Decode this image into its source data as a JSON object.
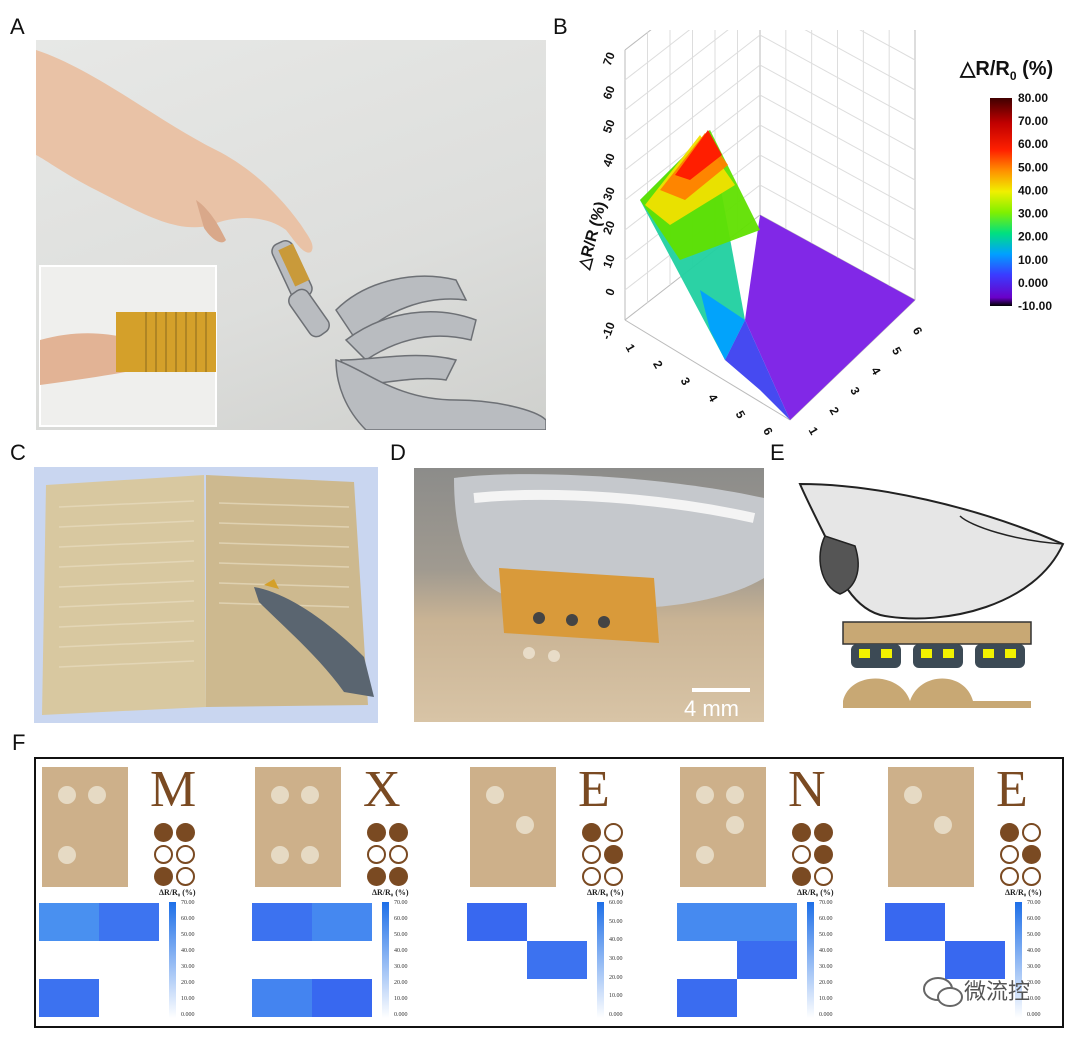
{
  "panels": {
    "A": {
      "label": "A"
    },
    "B": {
      "label": "B"
    },
    "C": {
      "label": "C"
    },
    "D": {
      "label": "D",
      "scale_bar": "4 mm"
    },
    "E": {
      "label": "E"
    },
    "F": {
      "label": "F"
    }
  },
  "chart_data": {
    "type": "heatmap",
    "title": "",
    "zlabel": "△R/R (%)",
    "x_ticks": [
      "1",
      "2",
      "3",
      "4",
      "5",
      "6"
    ],
    "y_ticks": [
      "1",
      "2",
      "3",
      "4",
      "5",
      "6"
    ],
    "z_ticks": [
      "-10",
      "0",
      "10",
      "20",
      "30",
      "40",
      "50",
      "60",
      "70"
    ],
    "colorbar": {
      "title": "△R/R",
      "title_sub": "0",
      "title_suffix": " (%)",
      "ticks": [
        "80.00",
        "70.00",
        "60.00",
        "50.00",
        "40.00",
        "30.00",
        "20.00",
        "10.00",
        "0.000",
        "-10.00"
      ]
    },
    "grid": true
  },
  "braille": [
    {
      "letter": "M",
      "dots": [
        1,
        1,
        0,
        0,
        1,
        0
      ],
      "cb_title": "ΔR/R₀ (%)",
      "cb_ticks": [
        "70.00",
        "60.00",
        "50.00",
        "40.00",
        "30.00",
        "20.00",
        "10.00",
        "0.000"
      ],
      "cells": [
        0.55,
        0.78,
        0,
        0,
        0.8,
        0
      ]
    },
    {
      "letter": "X",
      "dots": [
        1,
        1,
        0,
        0,
        1,
        1
      ],
      "cb_title": "ΔR/R₀ (%)",
      "cb_ticks": [
        "70.00",
        "60.00",
        "50.00",
        "40.00",
        "30.00",
        "20.00",
        "10.00",
        "0.000"
      ],
      "cells": [
        0.8,
        0.62,
        0,
        0,
        0.65,
        0.88
      ]
    },
    {
      "letter": "E",
      "dots": [
        1,
        0,
        0,
        1,
        0,
        0
      ],
      "cb_title": "ΔR/R₀ (%)",
      "cb_ticks": [
        "60.00",
        "50.00",
        "40.00",
        "30.00",
        "20.00",
        "10.00",
        "0.000"
      ],
      "cells": [
        0.88,
        0,
        0,
        0.8,
        0,
        0
      ]
    },
    {
      "letter": "N",
      "dots": [
        1,
        1,
        0,
        1,
        1,
        0
      ],
      "cb_title": "ΔR/R₀ (%)",
      "cb_ticks": [
        "70.00",
        "60.00",
        "50.00",
        "40.00",
        "30.00",
        "20.00",
        "10.00",
        "0.000"
      ],
      "cells": [
        0.6,
        0.6,
        0,
        0.85,
        0.85,
        0
      ]
    },
    {
      "letter": "E",
      "dots": [
        1,
        0,
        0,
        1,
        0,
        0
      ],
      "cb_title": "ΔR/R₀ (%)",
      "cb_ticks": [
        "70.00",
        "60.00",
        "50.00",
        "40.00",
        "30.00",
        "20.00",
        "10.00",
        "0.000"
      ],
      "cells": [
        0.88,
        0,
        0,
        0.88,
        0,
        0
      ]
    }
  ],
  "watermark": {
    "text": "微流控"
  }
}
